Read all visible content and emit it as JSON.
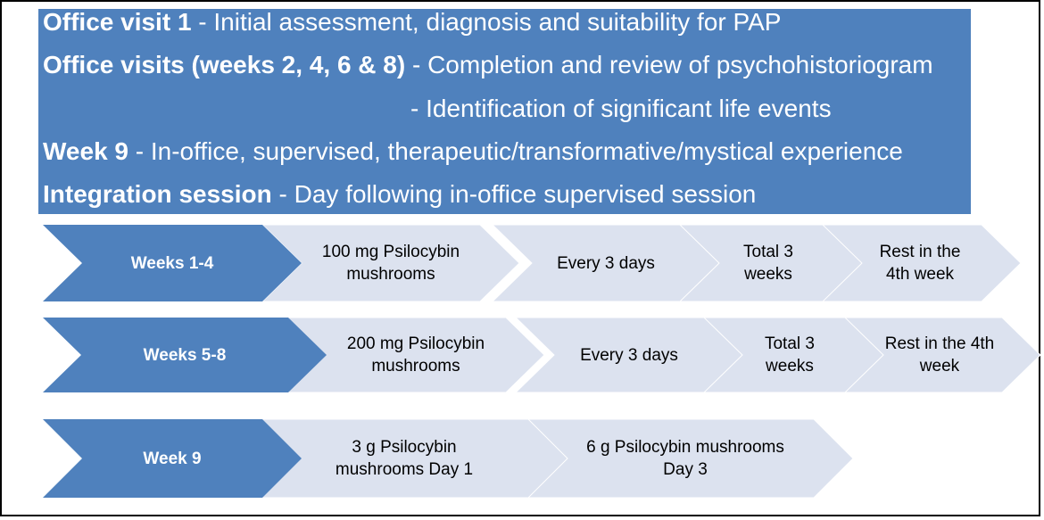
{
  "colors": {
    "header_bg": "#4F81BD",
    "lead_chevron": "#4F81BD",
    "step_chevron": "#DCE2EF",
    "header_text": "#FFFFFF"
  },
  "header": {
    "lines": [
      {
        "bold": "Office visit 1",
        "rest": " - Initial assessment, diagnosis and suitability for PAP"
      },
      {
        "bold": "Office visits (weeks 2, 4, 6 & 8)",
        "rest": " - Completion and review of psychohistoriogram"
      },
      {
        "bold": "",
        "rest": "- Identification of significant life events"
      },
      {
        "bold": "Week 9",
        "rest": " - In-office, supervised, therapeutic/transformative/mystical experience"
      },
      {
        "bold": "Integration session",
        "rest": " - Day following in-office supervised session"
      }
    ]
  },
  "rows": [
    {
      "label": "Weeks   1-4",
      "steps": [
        "100 mg Psilocybin\nmushrooms",
        "Every 3 days",
        "Total 3\nweeks",
        "Rest in the\n4th week"
      ]
    },
    {
      "label": "Weeks   5-8",
      "steps": [
        "200 mg Psilocybin\nmushrooms",
        "Every 3 days",
        "Total 3\nweeks",
        "Rest in the 4th\nweek"
      ]
    },
    {
      "label": "Week 9",
      "steps": [
        "3 g Psilocybin\nmushrooms Day 1",
        "6 g Psilocybin mushrooms\nDay 3"
      ]
    }
  ]
}
